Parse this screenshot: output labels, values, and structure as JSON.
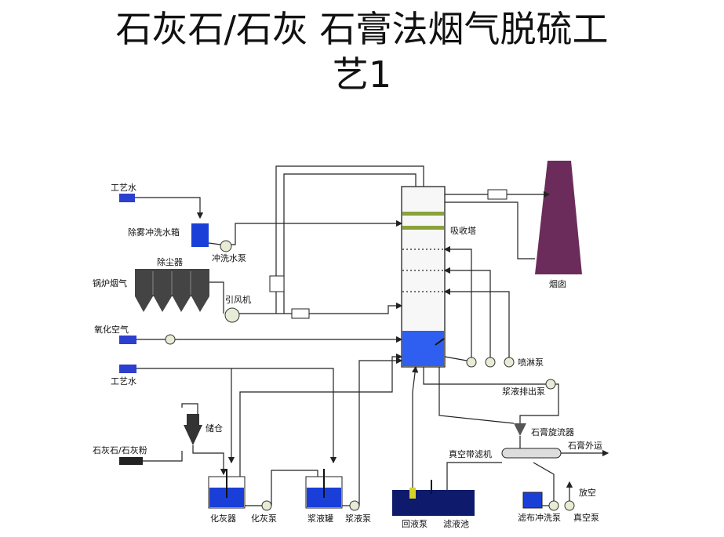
{
  "title": {
    "line1": "石灰石/石灰 石膏法烟气脱硫工",
    "line2": "艺1"
  },
  "labels": {
    "process_water_top": "工艺水",
    "demister_tank": "除雾冲洗水箱",
    "flush_pump": "冲洗水泵",
    "dust_collector": "除尘器",
    "boiler_flue_gas": "锅炉烟气",
    "id_fan": "引风机",
    "oxidation_air": "氧化空气",
    "process_water_mid": "工艺水",
    "storage_bin": "储仓",
    "limestone_powder": "石灰石/石灰粉",
    "lime_slaker": "化灰器",
    "lime_pump": "化灰泵",
    "slurry_tank": "浆液罐",
    "slurry_pump": "浆液泵",
    "absorber": "吸收塔",
    "chimney": "烟囱",
    "spray_pump": "喷淋泵",
    "slurry_discharge_pump": "浆液排出泵",
    "gypsum_cyclone": "石膏旋流器",
    "gypsum_out": "石膏外运",
    "vacuum_belt_filter": "真空带滤机",
    "return_pump": "回液泵",
    "filtrate_tank": "滤液池",
    "vent": "放空",
    "cloth_wash_pump": "滤布冲洗泵",
    "vacuum_pump": "真空泵"
  },
  "colors": {
    "chimney": "#6b2c5c",
    "tank_blue": "#1a3fd8",
    "slurry_blue": "#2f5ff0",
    "inlet_blue": "#2d3fcf",
    "hopper": "#444444",
    "pump": "#e6ecd5"
  }
}
